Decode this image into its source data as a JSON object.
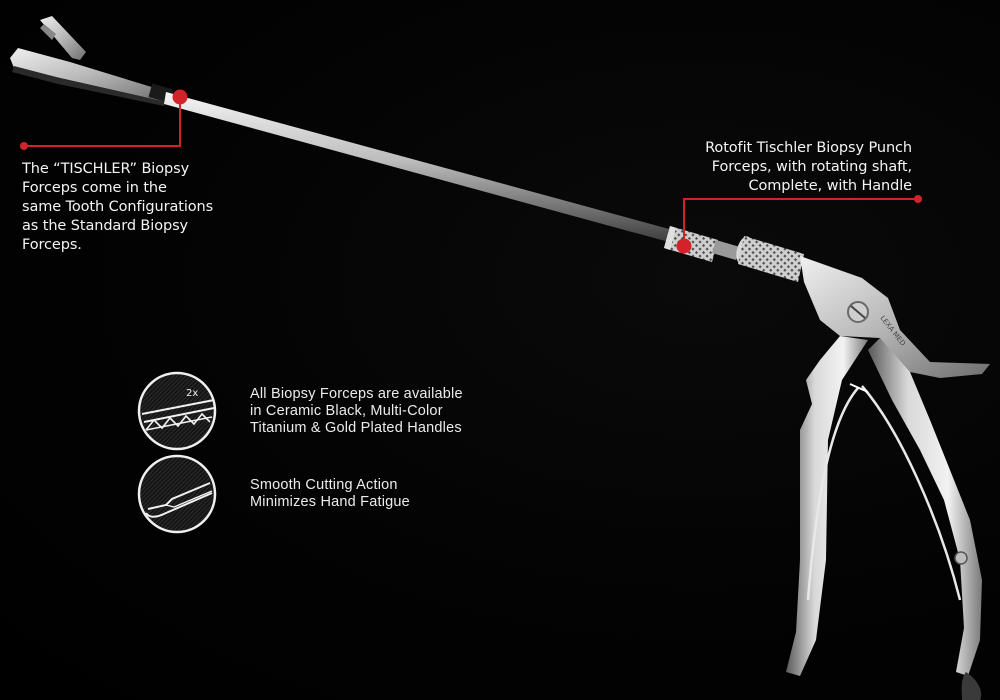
{
  "theme": {
    "background": "#000000",
    "accent_red": "#d2232a",
    "text_color": "#f2f2f2",
    "metal_light": "#e6e6e6",
    "metal_dark": "#6b6b6b"
  },
  "callouts": {
    "left": {
      "lines": [
        "The “TISCHLER” Biopsy",
        "Forceps come in the",
        "same Tooth Configurations",
        "as the Standard Biopsy",
        "Forceps."
      ]
    },
    "right": {
      "lines": [
        "Rotofit Tischler Biopsy Punch",
        "Forceps, with rotating shaft,",
        "Complete, with Handle"
      ]
    }
  },
  "features": [
    {
      "icon": "serrated-jaw-icon",
      "icon_label": "2x",
      "lines": [
        "All Biopsy Forceps are available",
        "in Ceramic Black, Multi-Color",
        "Titanium & Gold Plated Handles"
      ]
    },
    {
      "icon": "cutting-tip-icon",
      "lines": [
        "Smooth Cutting Action",
        "Minimizes Hand Fatigue"
      ]
    }
  ],
  "product": {
    "name": "Rotofit Tischler Biopsy Punch Forceps",
    "engraving": "LEXA MED"
  }
}
